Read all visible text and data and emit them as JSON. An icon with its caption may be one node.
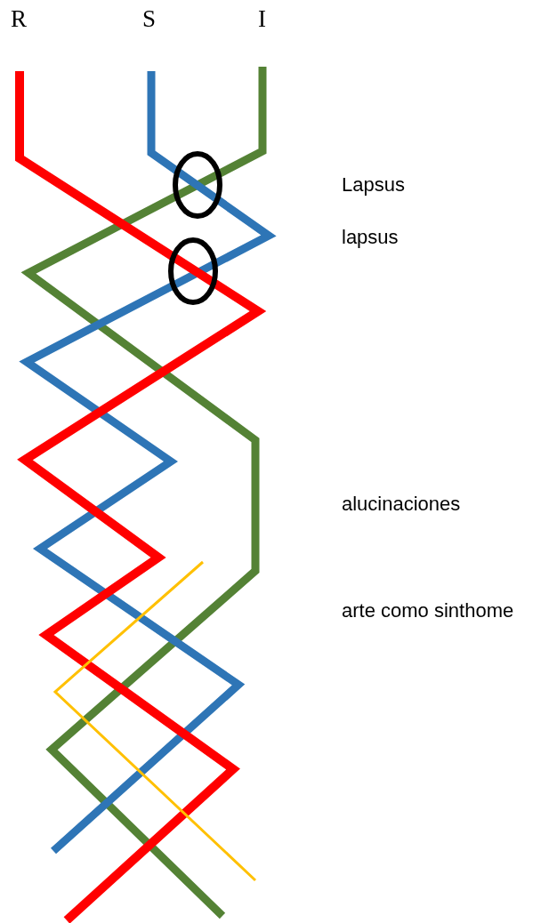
{
  "diagram": {
    "labels": [
      "R",
      "S",
      "I",
      "Lapsus",
      "lapsus",
      "alucinaciones",
      "arte como sinthome"
    ]
  }
}
